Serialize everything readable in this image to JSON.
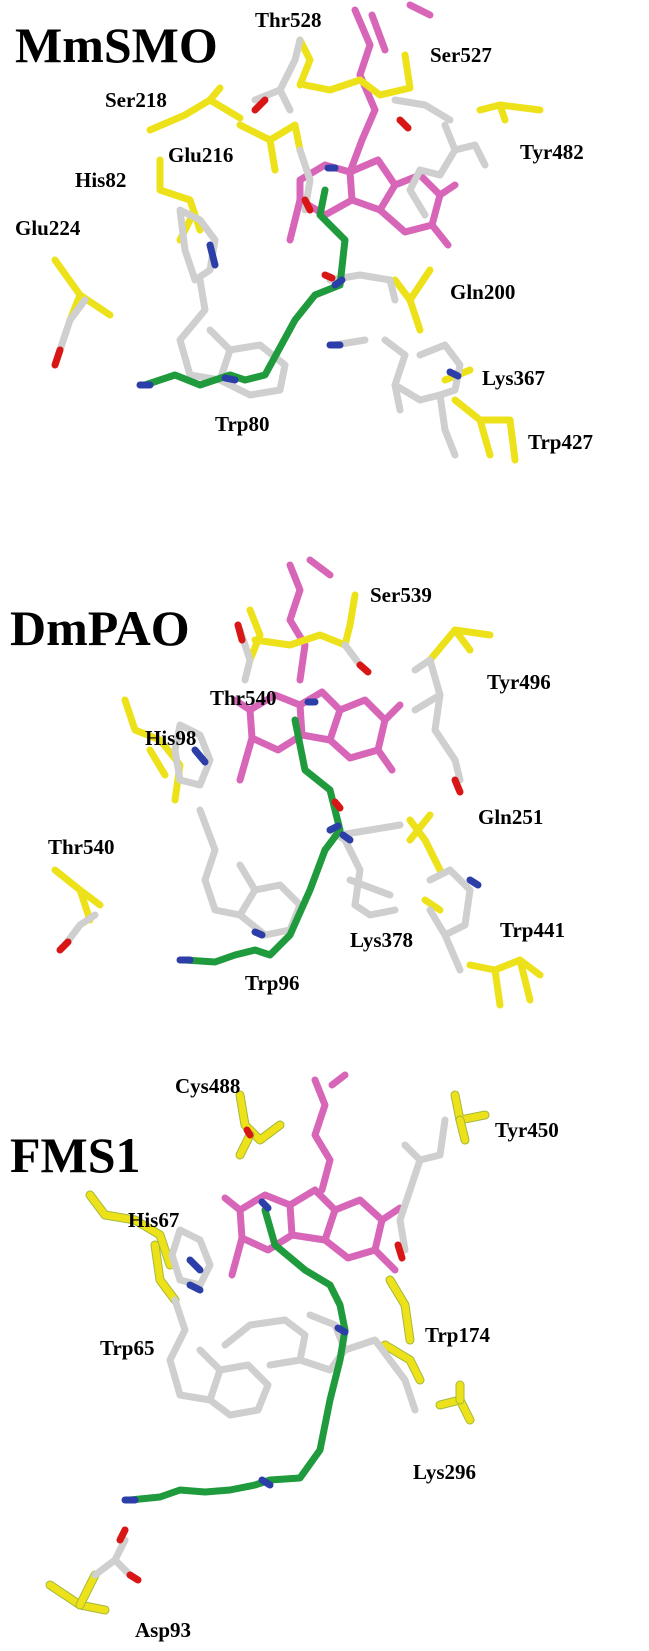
{
  "panels": [
    {
      "title": "MmSMO",
      "residues": [
        "Thr528",
        "Ser527",
        "Ser218",
        "Glu216",
        "Tyr482",
        "His82",
        "Glu224",
        "Gln200",
        "Lys367",
        "Trp80",
        "Trp427"
      ]
    },
    {
      "title": "DmPAO",
      "residues": [
        "Ser539",
        "Tyr496",
        "Thr540",
        "His98",
        "Gln251",
        "Thr540",
        "Trp441",
        "Lys378",
        "Trp96"
      ]
    },
    {
      "title": "FMS1",
      "residues": [
        "Cys488",
        "Tyr450",
        "His67",
        "Trp174",
        "Trp65",
        "Lys296",
        "Asp93"
      ]
    }
  ],
  "colors": {
    "residue_carbon": "#ede21a",
    "substrate_carbon": "#cfcfcf",
    "polyamine": "#1f9a3c",
    "fad": "#d866b8",
    "oxygen": "#d91616",
    "nitrogen": "#2c3ea8"
  }
}
